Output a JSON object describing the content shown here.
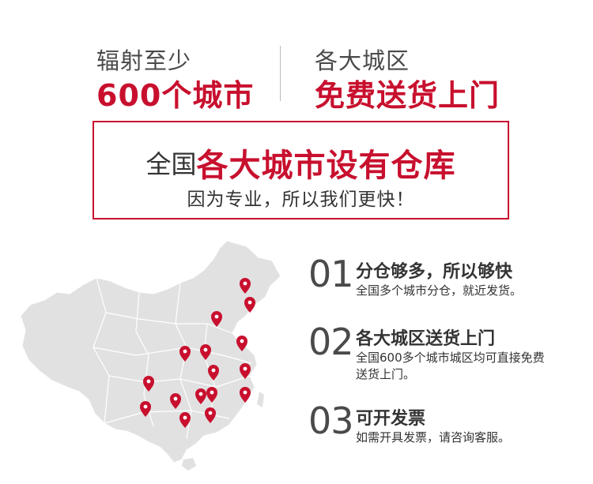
{
  "header": {
    "left_label": "辐射至少",
    "left_big": "600个城市",
    "right_label": "各大城区",
    "right_big": "免费送货上门"
  },
  "box": {
    "title_prefix": "全国",
    "title_main": "各大城市设有仓库",
    "subtitle": "因为专业，所以我们更快！"
  },
  "features": [
    {
      "num": "01",
      "title": "分仓够多，所以够快",
      "desc": [
        "全国多个城市分仓，就近发货。"
      ]
    },
    {
      "num": "02",
      "title": "各大城区送货上门",
      "desc": [
        "全国600多个城市城区均可直接免费",
        "送货上门。"
      ]
    },
    {
      "num": "03",
      "title": "可开发票",
      "desc": [
        "如需开具发票，请咨询客服。"
      ]
    }
  ],
  "colors": {
    "accent": "#c8102e",
    "map_fill": "#e1e1e1",
    "text": "#333333"
  },
  "icons": {
    "pin": "map-pin-icon"
  }
}
